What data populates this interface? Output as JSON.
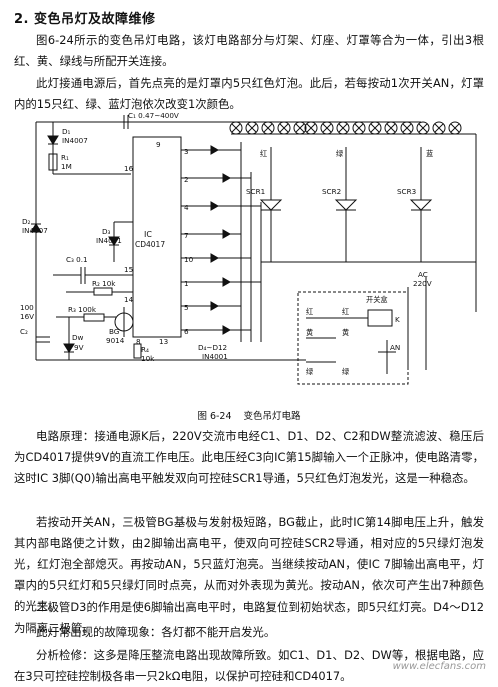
{
  "heading": "2. 变色吊灯及故障维修",
  "paragraphs": {
    "p1": "图6-24所示的变色吊灯电路，该灯电路部分与灯架、灯座、灯罩等合为一体，引出3根红、黄、绿线与所配开关连接。",
    "p2": "此灯接通电源后，首先点亮的是灯罩内5只红色灯泡。此后，若每按动1次开关AN，灯罩内的15只红、绿、蓝灯泡依次改变1次颜色。",
    "p3": "电路原理：接通电源K后，220V交流市电经C1、D1、D2、C2和DW整流滤波、稳压后为CD4017提供9V的直流工作电压。此电压经C3向IC第15脚输入一个正脉冲，使电路清零，这时IC 3脚(Q0)输出高电平触发双向可控硅SCR1导通，5只红色灯泡发光，这是一种稳态。",
    "p4": "若按动开关AN，三极管BG基极与发射极短路，BG截止，此时IC第14脚电压上升，触发其内部电路使之计数，由2脚输出高电平，使双向可控硅SCR2导通，相对应的5只绿灯泡发光，红灯泡全部熄灭。再按动AN，5只蓝灯泡亮。当继续按动AN，使IC 7脚输出高电平，灯罩内的5只红灯和5只绿灯同时点亮，从而对外表现为黄光。按动AN，依次可产生出7种颜色的光来。",
    "p5": "二极管D3的作用是使6脚输出高电平时，电路复位到初始状态，即5只红灯亮。D4～D12为隔离二极管。",
    "p6": "此灯常出现的故障现象：各灯都不能开启发光。",
    "p7": "分析检修：这多是降压整流电路出现故障所致。如C1、D1、D2、DW等，根据电路，应在3只可控硅控制极各串一只2kΩ电阻，以保护可控硅和CD4017。"
  },
  "figure": {
    "caption_num": "图 6-24",
    "caption_title": "变色吊灯电路",
    "labels": {
      "c1": "C₁  0.47~400V",
      "d1": "D₁",
      "d1m": "IN4007",
      "r1": "R₁",
      "r1v": "1M",
      "d2": "D₂",
      "d2m": "IN4007",
      "d3": "D₃",
      "d3m": "IN4001",
      "c3": "C₃  0.1",
      "r2": "R₂  10k",
      "r3": "R₃  100k",
      "c2a": "100",
      "c2b": "16V",
      "c2": "C₂",
      "dw": "Dw",
      "dwv": "9V",
      "bg": "BG",
      "bgm": "9014",
      "r4": "R₄",
      "r4v": "10k",
      "ic": "IC",
      "icm": "CD4017",
      "pin16": "16",
      "pin15": "15",
      "pin14": "14",
      "pin8": "8",
      "pin13": "13",
      "pin9": "9",
      "pin3": "3",
      "pin2": "2",
      "pin4": "4",
      "pin7": "7",
      "pin10": "10",
      "pin1": "1",
      "pin5": "5",
      "pin6": "6",
      "dd": "D₄~D12",
      "ddm": "IN4001",
      "scr1": "SCR1",
      "scr2": "SCR2",
      "scr3": "SCR3",
      "red": "红",
      "green": "绿",
      "blue": "蓝",
      "ac": "AC",
      "acv": "220V",
      "switchbox": "开关盒",
      "k": "K",
      "red2": "红",
      "red3": "红",
      "yellow": "黄",
      "yellow2": "黄",
      "green2": "绿",
      "green3": "绿",
      "an": "AN"
    }
  },
  "watermark": "www.elecfans.com"
}
